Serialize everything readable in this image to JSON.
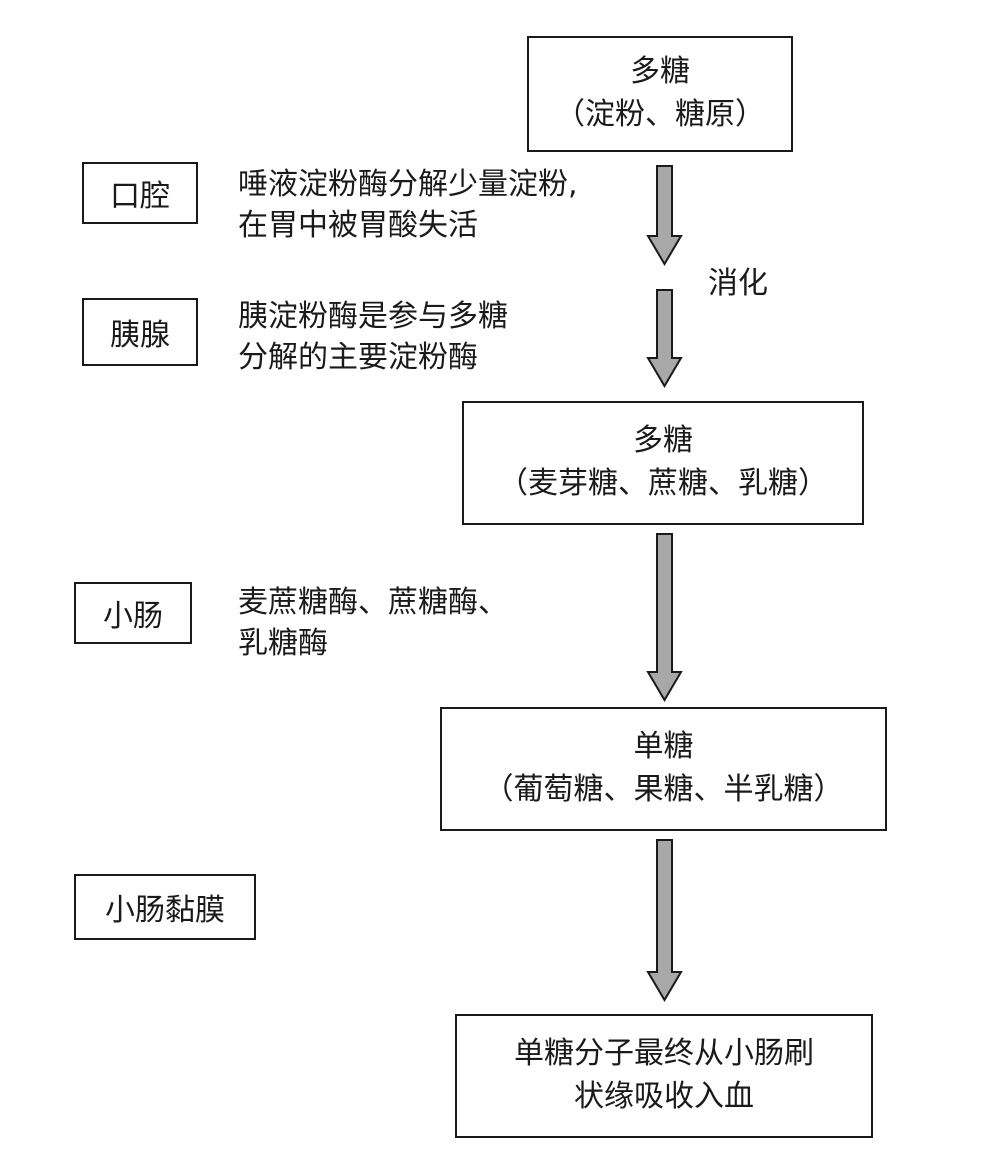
{
  "flow": {
    "polysaccharide": {
      "line1": "多糖",
      "line2": "（淀粉、糖原）"
    },
    "disaccharide": {
      "line1": "多糖",
      "line2": "（麦芽糖、蔗糖、乳糖）"
    },
    "monosaccharide": {
      "line1": "单糖",
      "line2": "（葡萄糖、果糖、半乳糖）"
    },
    "absorption": {
      "line1": "单糖分子最终从小肠刷",
      "line2": "状缘吸收入血"
    },
    "digestion_label": "消化"
  },
  "organs": {
    "mouth": {
      "name": "口腔",
      "note_line1": "唾液淀粉酶分解少量淀粉,",
      "note_line2": "在胃中被胃酸失活"
    },
    "pancreas": {
      "name": "胰腺",
      "note_line1": "胰淀粉酶是参与多糖",
      "note_line2": "分解的主要淀粉酶"
    },
    "small_intestine": {
      "name": "小肠",
      "note_line1": "麦蔗糖酶、蔗糖酶、",
      "note_line2": "乳糖酶"
    },
    "intestinal_mucosa": {
      "name": "小肠黏膜"
    }
  },
  "colors": {
    "arrow_fill": "#a8a8a8",
    "stroke": "#1a1a1a"
  }
}
